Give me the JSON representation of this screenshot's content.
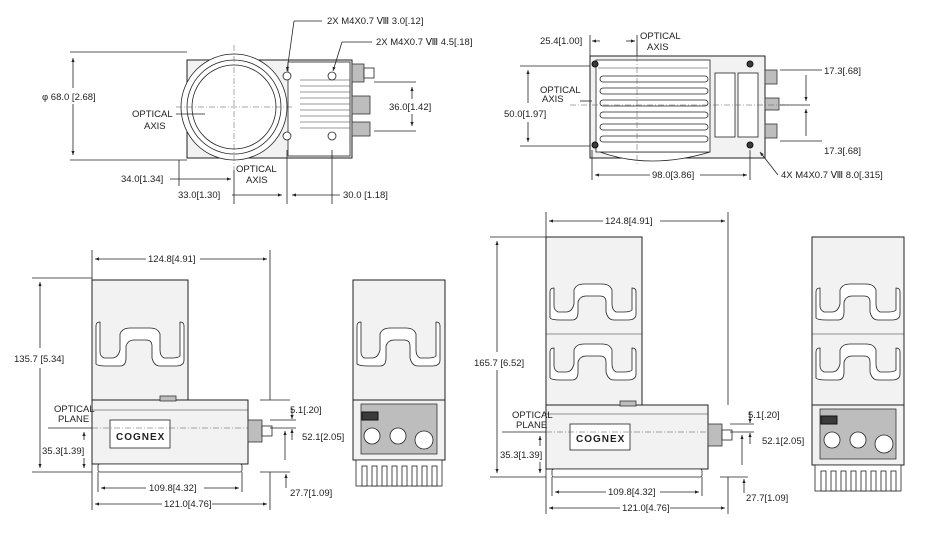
{
  "labels": {
    "front_thread_1": "2X M4X0.7 Ⅷ 3.0[.12]",
    "front_thread_2": "2X M4X0.7 Ⅷ 4.5[.18]",
    "front_diameter": "φ 68.0 [2.68]",
    "front_optical_axis_1": "OPTICAL",
    "front_optical_axis_2": "AXIS",
    "front_optical_axis_b1": "OPTICAL",
    "front_optical_axis_b2": "AXIS",
    "front_height": "36.0[1.42]",
    "front_left_offset": "34.0[1.34]",
    "front_bottom_left": "33.0[1.30]",
    "front_bottom_right": "30.0 [1.18]",
    "top_width_offset": "25.4[1.00]",
    "top_optical_axis_t1": "OPTICAL",
    "top_optical_axis_t2": "AXIS",
    "top_optical_axis_l1": "OPTICAL",
    "top_optical_axis_l2": "AXIS",
    "top_height": "50.0[1.97]",
    "top_right_upper": "17.3[.68]",
    "top_right_lower": "17.3[.68]",
    "top_length": "98.0[3.86]",
    "top_thread": "4X M4X0.7 Ⅷ 8.0[.315]",
    "side1_width": "124.8[4.91]",
    "side1_height": "135.7 [5.34]",
    "side1_plane_1": "OPTICAL",
    "side1_plane_2": "PLANE",
    "side1_plane_height": "35.3[1.39]",
    "side1_conn_top": "5.1[.20]",
    "side1_conn_height": "52.1[2.05]",
    "side1_conn_bottom": "27.7[1.09]",
    "side1_base_inner": "109.8[4.32]",
    "side1_base_outer": "121.0[4.76]",
    "side2_width": "124.8[4.91]",
    "side2_height": "165.7 [6.52]",
    "side2_plane_1": "OPTICAL",
    "side2_plane_2": "PLANE",
    "side2_plane_height": "35.3[1.39]",
    "side2_conn_top": "5.1[.20]",
    "side2_conn_height": "52.1[2.05]",
    "side2_conn_bottom": "27.7[1.09]",
    "side2_base_inner": "109.8[4.32]",
    "side2_base_outer": "121.0[4.76]",
    "brand": "COGNEX"
  }
}
